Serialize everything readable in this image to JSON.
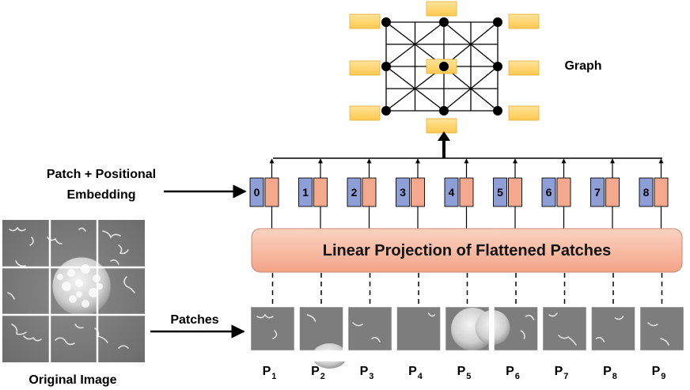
{
  "labels": {
    "graph": "Graph",
    "embedding_line1": "Patch + Positional",
    "embedding_line2": "Embedding",
    "projection": "Linear Projection of Flattened Patches",
    "patches": "Patches",
    "original_image": "Original Image"
  },
  "tokens": [
    "0",
    "1",
    "2",
    "3",
    "4",
    "5",
    "6",
    "7",
    "8"
  ],
  "patch_labels": [
    {
      "base": "P",
      "sub": "1"
    },
    {
      "base": "P",
      "sub": "2"
    },
    {
      "base": "P",
      "sub": "3"
    },
    {
      "base": "P",
      "sub": "4"
    },
    {
      "base": "P",
      "sub": "5"
    },
    {
      "base": "P",
      "sub": "6"
    },
    {
      "base": "P",
      "sub": "7"
    },
    {
      "base": "P",
      "sub": "8"
    },
    {
      "base": "P",
      "sub": "9"
    }
  ],
  "colors": {
    "position_embedding": "#8e9fd8",
    "patch_embedding": "#f4a98f",
    "graph_node_feature": "#ffd268",
    "projection_fill": "#f7b9a0",
    "sem_background": "#7d7d7d"
  }
}
